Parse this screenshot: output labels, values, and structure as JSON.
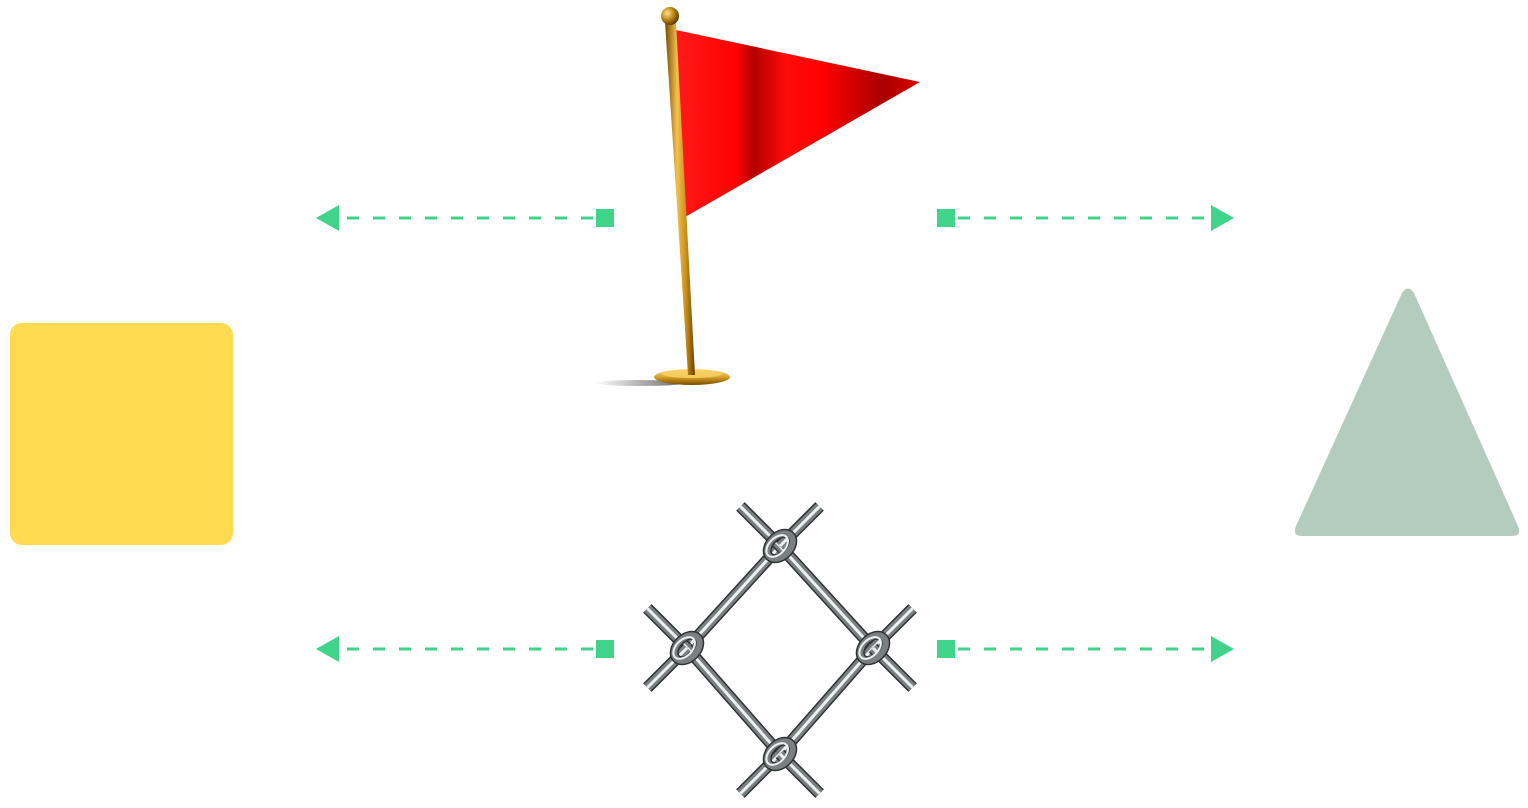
{
  "shapes": {
    "square": {
      "color": "#FFDB52"
    },
    "triangle": {
      "color": "#B4CCBD"
    }
  },
  "icons": {
    "flag": {
      "name": "red-flag-icon",
      "flag_color": "#FF0000",
      "pole_color": "#D4A017"
    },
    "fence": {
      "name": "chain-link-fence-icon",
      "wire_color": "#7A7F80"
    }
  },
  "connectors": {
    "color": "#40D38A",
    "style": "dashed",
    "items": [
      {
        "id": "flag-to-left",
        "from": "flag",
        "direction": "left"
      },
      {
        "id": "flag-to-right",
        "from": "flag",
        "direction": "right"
      },
      {
        "id": "fence-to-left",
        "from": "fence",
        "direction": "left"
      },
      {
        "id": "fence-to-right",
        "from": "fence",
        "direction": "right"
      }
    ]
  }
}
